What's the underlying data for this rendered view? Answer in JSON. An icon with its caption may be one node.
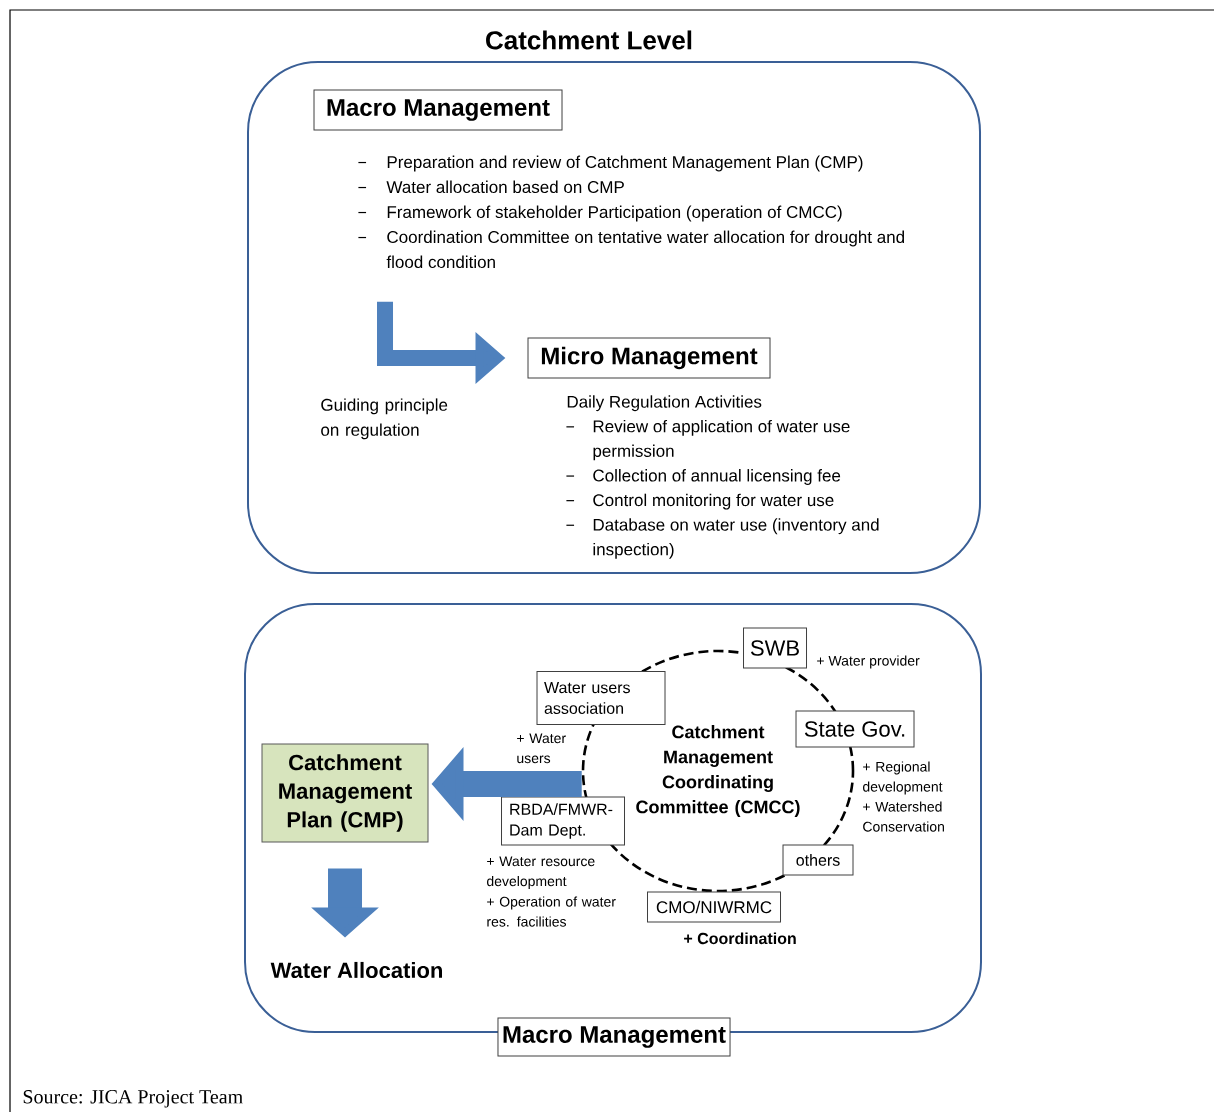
{
  "diagram": {
    "title": "Catchment Level",
    "caption": "Source: JICA Project Team",
    "nodes": [
      {
        "text": [],
        "shape": "box"
      },
      {
        "text": [
          "Macro Management"
        ],
        "in": 0
      },
      {
        "text": [
          "Preparation and review of Catchment Management Plan (CMP)",
          "Water allocation based on CMP",
          "Framework of stakeholder Participation (operation of CMCC)",
          "Coordination Committee on tentative water allocation for drought and flood condition"
        ],
        "in": 0
      },
      {
        "text": [
          "Micro Management"
        ],
        "in": 0,
        "beside": [
          "Daily Regulation Activities",
          "Review of application of water use permission",
          "Collection of annual licensing fee",
          "Control monitoring for water use",
          "Database on water use (inventory and inspection)"
        ]
      },
      {
        "text": [],
        "shape": "box"
      },
      {
        "text": [
          "Macro Management"
        ]
      },
      {
        "text": [
          "Catchment Management Plan (CMP)"
        ],
        "in": 4
      },
      {
        "text": [
          "Water Allocation"
        ],
        "in": 4
      },
      {
        "text": [
          "Catchment Management Coordinating Committee (CMCC)"
        ],
        "in": 4
      },
      {
        "text": [
          "SWB"
        ],
        "in": 4
      },
      {
        "text": [
          "State Gov."
        ],
        "in": 4,
        "beside": [
          "+ Regional development",
          "+ Watershed Conservation"
        ]
      },
      {
        "text": [
          "others"
        ],
        "in": 4
      },
      {
        "text": [
          "CMO/NIWRMC"
        ],
        "in": 4,
        "beside": [
          "+ Coordination"
        ]
      },
      {
        "text": [
          "RBDA/FMWR-Dam Dept."
        ],
        "in": 4,
        "beside": [
          "+ Water resource development",
          "+ Operation of water res. facilities"
        ]
      },
      {
        "text": [
          "Water users association"
        ],
        "in": 4,
        "beside": [
          "+ Water users"
        ]
      }
    ],
    "edges": [
      {
        "from": 2,
        "to": 3,
        "arrow": "to",
        "label": "Guiding principle on regulation"
      },
      {
        "from": 8,
        "to": 6,
        "arrow": "to"
      },
      {
        "from": 6,
        "to": 7,
        "arrow": "to"
      }
    ],
    "labels": [
      "+ Water provider"
    ]
  }
}
